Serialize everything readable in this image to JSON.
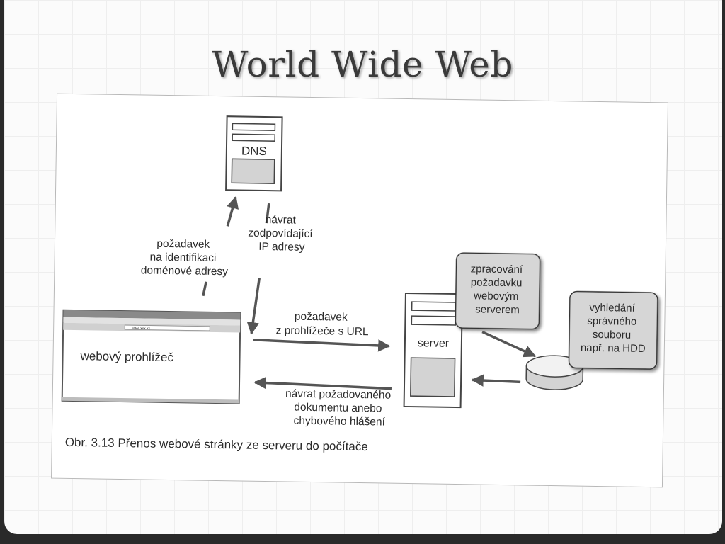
{
  "slide": {
    "title": "World Wide Web"
  },
  "diagram": {
    "dns_label": "DNS",
    "dns_request": [
      "požadavek",
      "na identifikaci",
      "doménové adresy"
    ],
    "dns_return": [
      "návrat",
      "zodpovídající",
      "IP adresy"
    ],
    "browser_label": "webový prohlížeč",
    "browser_url": "www.xxx.xx",
    "url_request": [
      "požadavek",
      "z prohlížeče s URL"
    ],
    "server_label": "server",
    "processing": [
      "zpracování",
      "požadavku",
      "webovým",
      "serverem"
    ],
    "lookup": [
      "vyhledání",
      "správného",
      "souboru",
      "např. na HDD"
    ],
    "return_doc": [
      "návrat požadovaného",
      "dokumentu anebo",
      "chybového hlášení"
    ],
    "caption": "Obr. 3.13  Přenos webové stránky ze serveru do počítače"
  }
}
